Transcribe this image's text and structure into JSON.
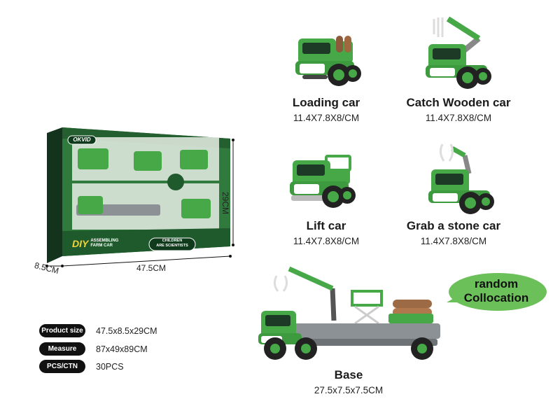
{
  "products": [
    {
      "name": "Loading car",
      "size": "11.4X7.8X8/CM"
    },
    {
      "name": "Catch Wooden car",
      "size": "11.4X7.8X8/CM"
    },
    {
      "name": "Lift car",
      "size": "11.4X7.8X8/CM"
    },
    {
      "name": "Grab a stone car",
      "size": "11.4X7.8X8/CM"
    },
    {
      "name": "Base",
      "size": "27.5x7.5x7.5CM"
    }
  ],
  "package": {
    "brand": "OKVID",
    "line1": "DIY",
    "line2": "ASSEMBLING",
    "line3": "FARM CAR",
    "badge_line1": "CHILDREN",
    "badge_line2": "ARE SCIENTISTS",
    "height_label": "29CM",
    "width_label": "47.5CM",
    "depth_label": "8.5CM"
  },
  "specs": [
    {
      "label": "Product size",
      "value": "47.5x8.5x29CM"
    },
    {
      "label": "Measure",
      "value": "87x49x89CM"
    },
    {
      "label": "PCS/CTN",
      "value": "30PCS"
    }
  ],
  "bubble": {
    "line1": "random",
    "line2": "Collocation"
  },
  "colors": {
    "truck_green": "#46a847",
    "dark_green": "#1f5a2c",
    "box_green": "#2f7a3c",
    "bubble_green": "#6cc05a"
  }
}
